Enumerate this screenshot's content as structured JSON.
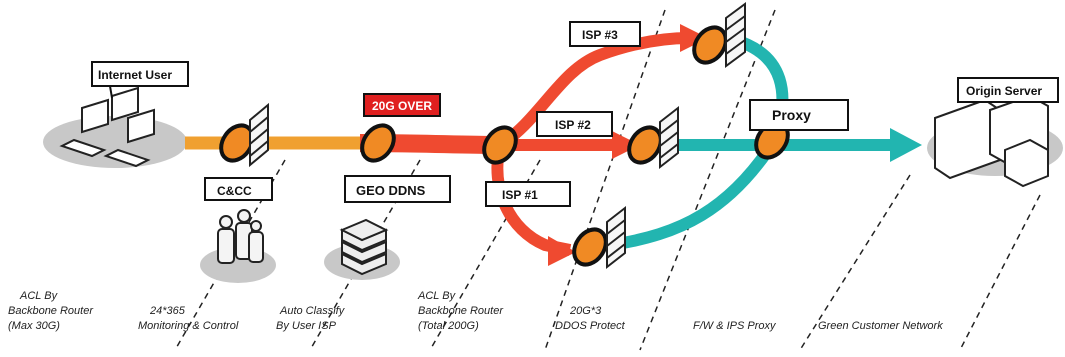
{
  "colors": {
    "orange_path": "#f0a030",
    "red_path": "#ef4a30",
    "teal_path": "#22b5b0",
    "device_orange": "#f08a24",
    "badge_red": "#e02020",
    "shadow_gray": "#c8c8c8"
  },
  "labels": {
    "internet_user": "Internet User",
    "c_and_cc": "C&CC",
    "over_badge": "20G OVER",
    "geo_ddns": "GEO DDNS",
    "isp3": "ISP #3",
    "isp2": "ISP #2",
    "isp1": "ISP #1",
    "proxy": "Proxy",
    "origin_server": "Origin Server"
  },
  "captions": [
    [
      "ACL By",
      "Backbone Router",
      "(Max 30G)"
    ],
    [
      "24*365",
      "Monitoring & Control"
    ],
    [
      "Auto Classify",
      "By User ISP"
    ],
    [
      "ACL By",
      "Backbone Router",
      "(Total 200G)"
    ],
    [
      "20G*3",
      "DDOS Protect"
    ],
    [
      "F/W & IPS Proxy"
    ],
    [
      "Green Customer Network"
    ]
  ],
  "icons": {
    "users": "computer-users-icon",
    "people": "people-icon",
    "database": "database-stack-icon",
    "firewall": "firewall-icon",
    "router": "router-disc-icon",
    "buildings": "office-building-icon"
  }
}
